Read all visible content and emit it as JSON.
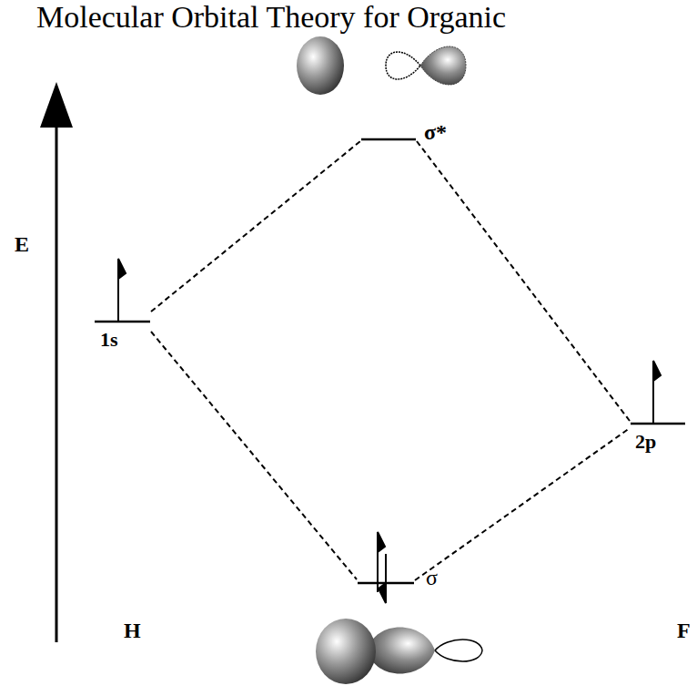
{
  "diagram": {
    "title": "Molecular Orbital Theory for Organic",
    "labels": [
      "σ*",
      "E",
      "1s",
      "2p",
      "σ",
      "H",
      "F"
    ]
  }
}
